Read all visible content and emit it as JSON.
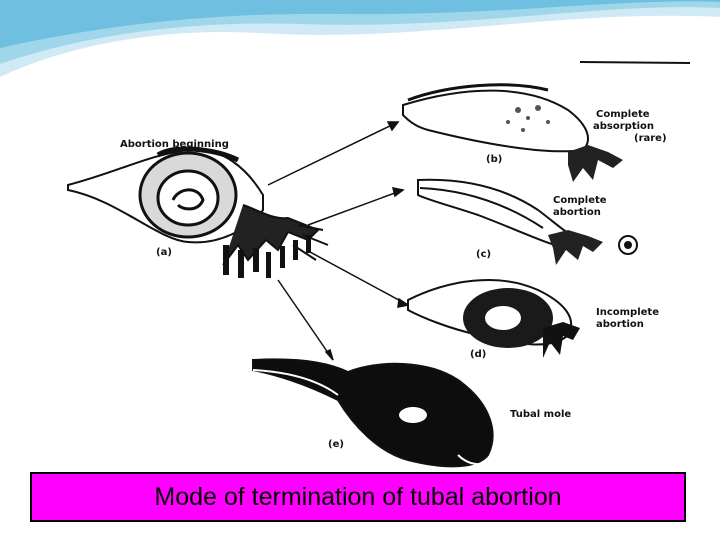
{
  "slide": {
    "caption": "Mode of termination of tubal abortion",
    "caption_bg": "#ff00ff"
  },
  "figure": {
    "labels": {
      "abortion_beginning": "Abortion beginning",
      "panel_a": "(a)",
      "panel_b": "(b)",
      "panel_c": "(c)",
      "panel_d": "(d)",
      "panel_e": "(e)",
      "complete_absorption_1": "Complete",
      "complete_absorption_2": "absorption",
      "complete_absorption_3": "(rare)",
      "complete_abortion_1": "Complete",
      "complete_abortion_2": "abortion",
      "incomplete_abortion_1": "Incomplete",
      "incomplete_abortion_2": "abortion",
      "tubal_mole": "Tubal mole"
    }
  },
  "colors": {
    "wave_light": "#cfeaf5",
    "wave_mid": "#8fd0e8",
    "ink": "#111111"
  }
}
